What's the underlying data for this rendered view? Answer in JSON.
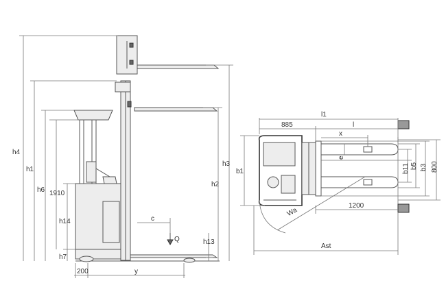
{
  "side_view": {
    "labels": {
      "h4": "h4",
      "h1": "h1",
      "h6": "h6",
      "h1910": "1910",
      "h14": "h14",
      "h7": "h7",
      "w200": "200",
      "y": "y",
      "c": "c",
      "q": "Q",
      "h13": "h13",
      "h2": "h2",
      "h3": "h3"
    }
  },
  "top_view": {
    "labels": {
      "l1": "l1",
      "l885": "885",
      "l": "l",
      "x": "x",
      "e": "e",
      "b1": "b1",
      "b11": "b11",
      "b5": "b5",
      "b3": "b3",
      "w800": "800",
      "wa": "Wa",
      "l1200": "1200",
      "ast": "Ast"
    }
  }
}
